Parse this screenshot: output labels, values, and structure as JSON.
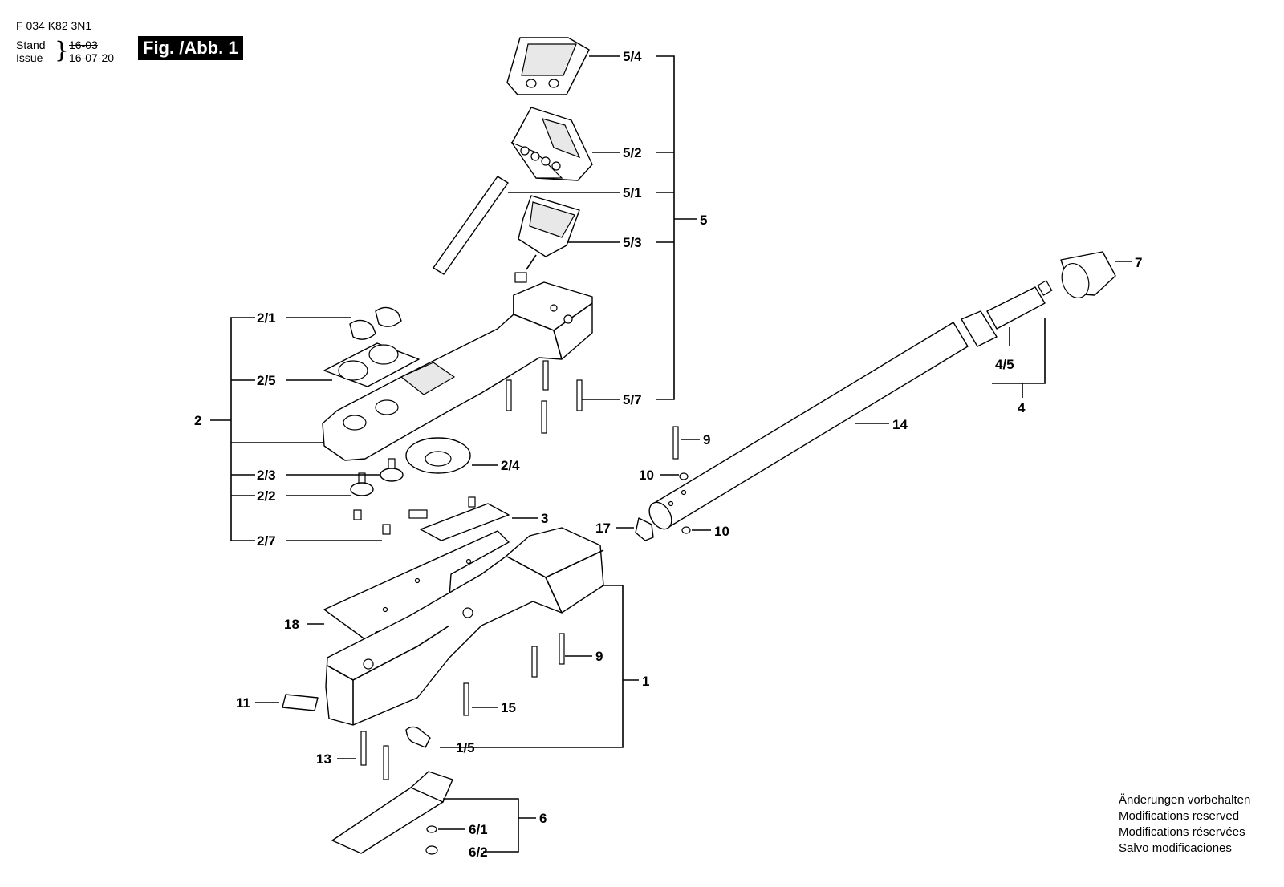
{
  "header": {
    "code": "F 034 K82 3N1",
    "stand_label": "Stand",
    "issue_label": "Issue",
    "stand_date": "16-03",
    "issue_date": "16-07-20",
    "figure": "Fig. /Abb. 1"
  },
  "labels": {
    "l_5_4": "5/4",
    "l_5_2": "5/2",
    "l_5_1": "5/1",
    "l_5": "5",
    "l_5_3": "5/3",
    "l_7": "7",
    "l_2_1": "2/1",
    "l_4_5": "4/5",
    "l_4": "4",
    "l_2_5": "2/5",
    "l_5_7": "5/7",
    "l_2": "2",
    "l_14": "14",
    "l_9a": "9",
    "l_10a": "10",
    "l_2_4": "2/4",
    "l_2_3": "2/3",
    "l_2_2": "2/2",
    "l_3": "3",
    "l_17": "17",
    "l_10b": "10",
    "l_2_7": "2/7",
    "l_18": "18",
    "l_9b": "9",
    "l_1": "1",
    "l_11": "11",
    "l_15": "15",
    "l_1_5": "1/5",
    "l_13": "13",
    "l_6": "6",
    "l_6_1": "6/1",
    "l_6_2": "6/2"
  },
  "notes": [
    "Änderungen vorbehalten",
    "Modifications reserved",
    "Modifications réservées",
    "Salvo modificaciones"
  ]
}
